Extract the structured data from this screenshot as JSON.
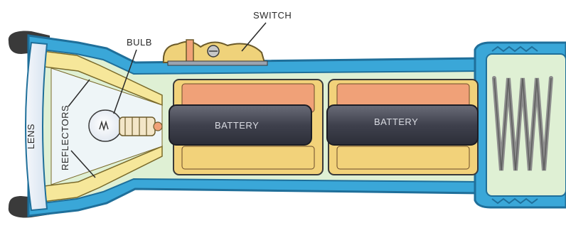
{
  "labels": {
    "switch": "SWITCH",
    "bulb": "BULB",
    "lens": "LENS",
    "reflectors": "REFLECTORS",
    "battery_1": "BATTERY",
    "battery_2": "BATTERY"
  },
  "colors": {
    "casing": "#3aa7d8",
    "casing_dark": "#1f6f9a",
    "interior": "#dff0d4",
    "reflector": "#f6e79a",
    "battery_case": "#f2d27a",
    "battery_top": "#f0a178",
    "battery_core": "#4b4d59",
    "switch": "#efd27a",
    "spring": "#8c8c8c",
    "rubber": "#3a3a3a"
  },
  "icons": [
    "spring-icon",
    "bulb-filament-icon",
    "screw-icon"
  ]
}
